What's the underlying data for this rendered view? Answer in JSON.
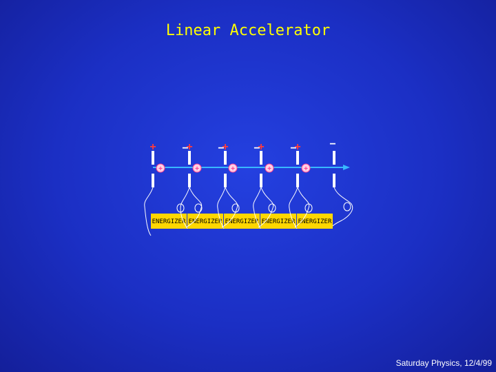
{
  "title": "Linear Accelerator",
  "footer": "Saturday Physics, 12/4/99",
  "colors": {
    "plus": "#ff3b3b",
    "minus": "#ffffff",
    "beam": "#38b8ff",
    "particle_fill": "#ffd0e6",
    "particle_stroke": "#ff4090",
    "box": "#ffd700"
  },
  "diagram": {
    "plate_signs": [
      "+",
      "+",
      "+",
      "+",
      "+",
      "−"
    ],
    "minus_signs": [
      "",
      "−",
      "−",
      "−",
      "−",
      ""
    ],
    "particle_sign": "+",
    "particle_count": 5,
    "energizers": [
      "ENERGIZER",
      "ENERGIZER",
      "ENERGIZER",
      "ENERGIZER",
      "ENERGIZER"
    ]
  }
}
